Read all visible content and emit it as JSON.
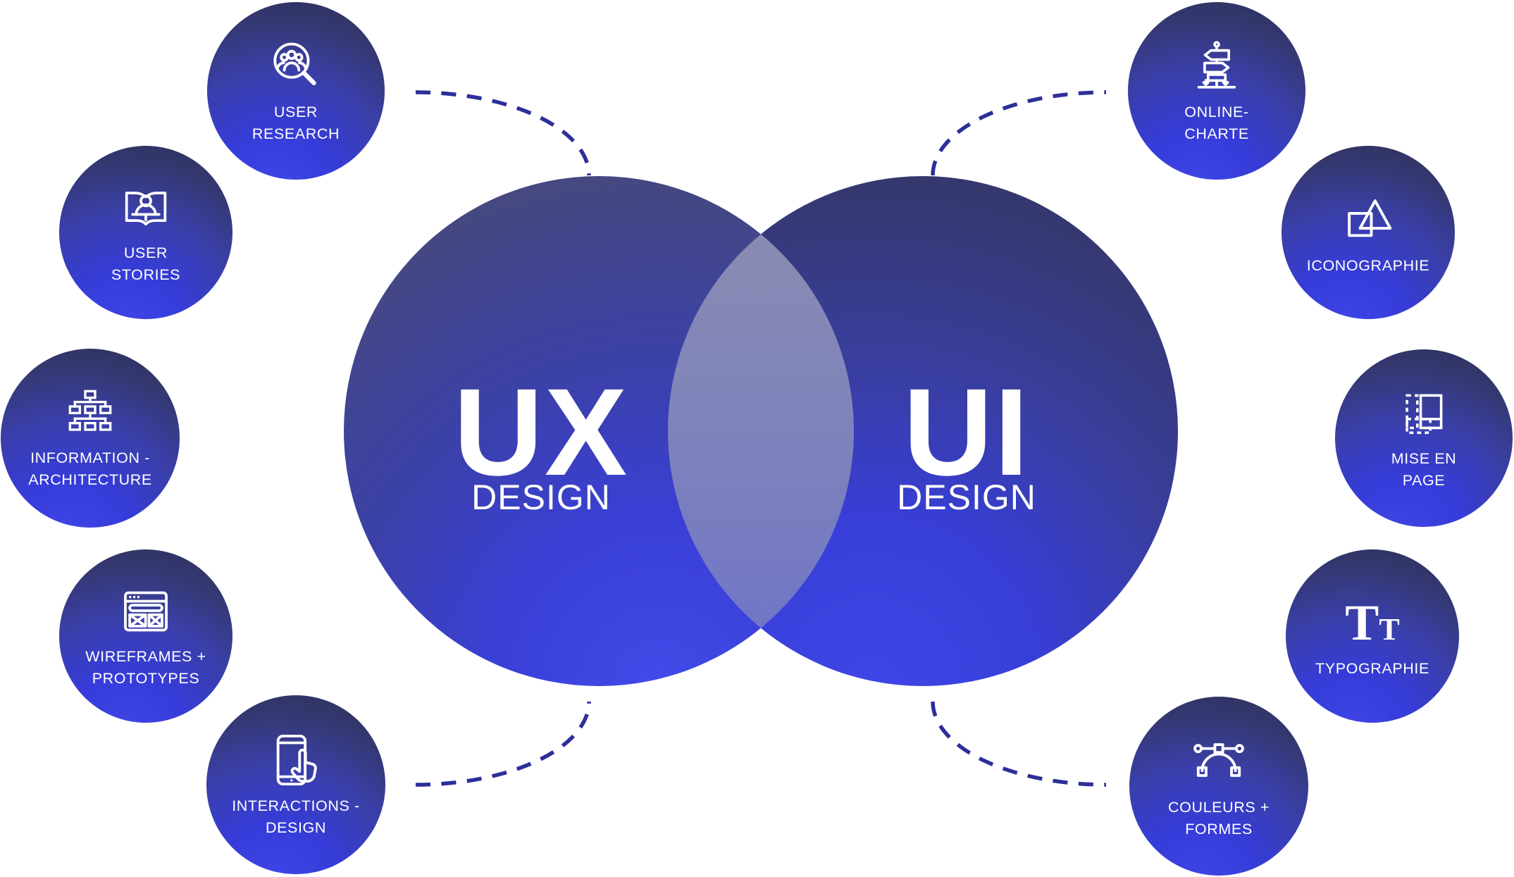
{
  "diagram": {
    "left_circle": {
      "title": "UX",
      "subtitle": "DESIGN"
    },
    "right_circle": {
      "title": "UI",
      "subtitle": "DESIGN"
    }
  },
  "satellites": [
    {
      "id": "user-research",
      "icon": "magnifier-people-icon",
      "line1": "USER",
      "line2": "RESEARCH"
    },
    {
      "id": "user-stories",
      "icon": "book-person-icon",
      "line1": "USER",
      "line2": "STORIES"
    },
    {
      "id": "information-architecture",
      "icon": "sitemap-icon",
      "line1": "INFORMATION -",
      "line2": "ARCHITECTURE"
    },
    {
      "id": "wireframes-prototypes",
      "icon": "browser-wireframe-icon",
      "line1": "WIREFRAMES +",
      "line2": "PROTOTYPES"
    },
    {
      "id": "interactions-design",
      "icon": "phone-tap-icon",
      "line1": "INTERACTIONS -",
      "line2": "DESIGN"
    },
    {
      "id": "online-charte",
      "icon": "signpost-icon",
      "line1": "ONLINE-",
      "line2": "CHARTE"
    },
    {
      "id": "iconographie",
      "icon": "square-triangle-icon",
      "line1": "ICONOGRAPHIE",
      "line2": ""
    },
    {
      "id": "mise-en-page",
      "icon": "page-layout-icon",
      "line1": "MISE EN",
      "line2": "PAGE"
    },
    {
      "id": "typographie",
      "icon": "double-t-icon",
      "line1": "TYPOGRAPHIE",
      "line2": "",
      "glyph_large": "T",
      "glyph_small": "T"
    },
    {
      "id": "couleurs-formes",
      "icon": "bezier-curve-icon",
      "line1": "COULEURS +",
      "line2": "FORMES"
    }
  ],
  "colors": {
    "accent_blue": "#3136d6",
    "dark_indigo": "#2e3160",
    "purple_tint": "#534e72",
    "lens_overlap": "#7f83bb",
    "dash_connector": "#2c2f99",
    "text": "#ffffff",
    "background": "#ffffff"
  }
}
